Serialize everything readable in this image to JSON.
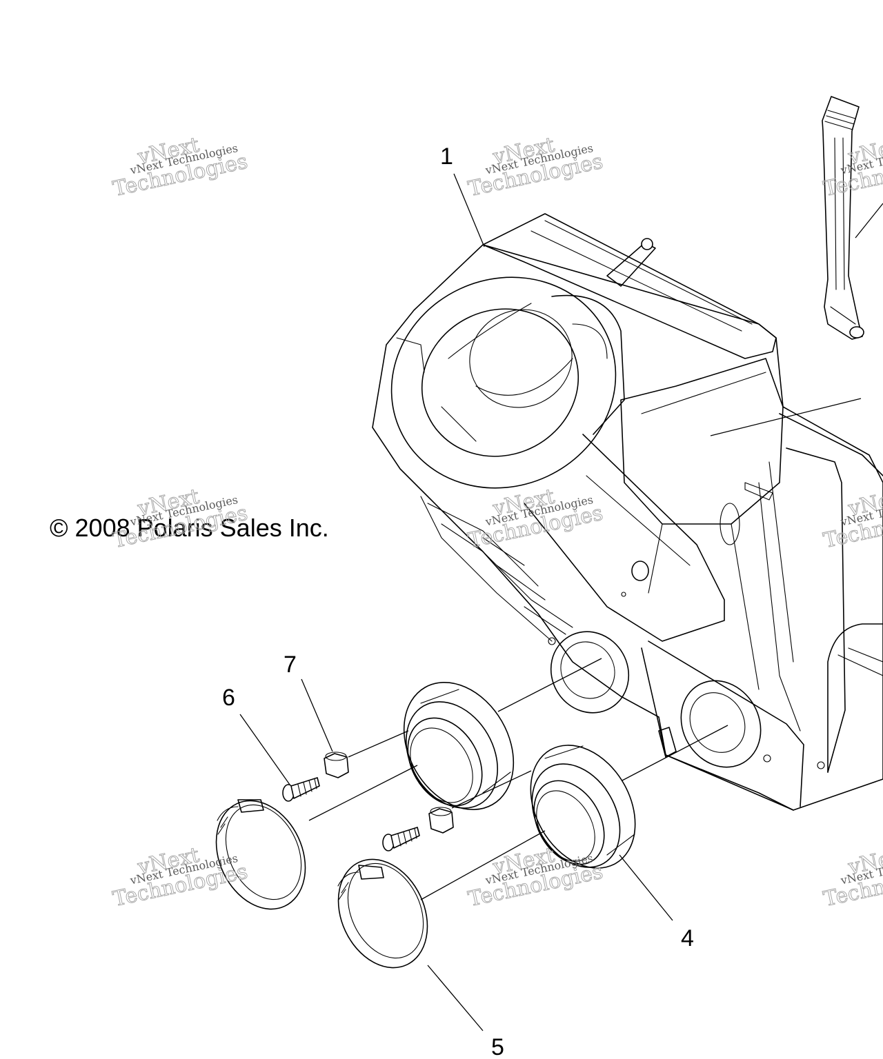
{
  "copyright": "© 2008 Polaris Sales Inc.",
  "watermark": {
    "small": "vNext Technologies",
    "big_top": "vNext",
    "big_bottom": "Technologies"
  },
  "callouts": {
    "airbox": "1",
    "boot_rear": "4",
    "clamp": "5",
    "screw": "6",
    "spacer": "7"
  }
}
